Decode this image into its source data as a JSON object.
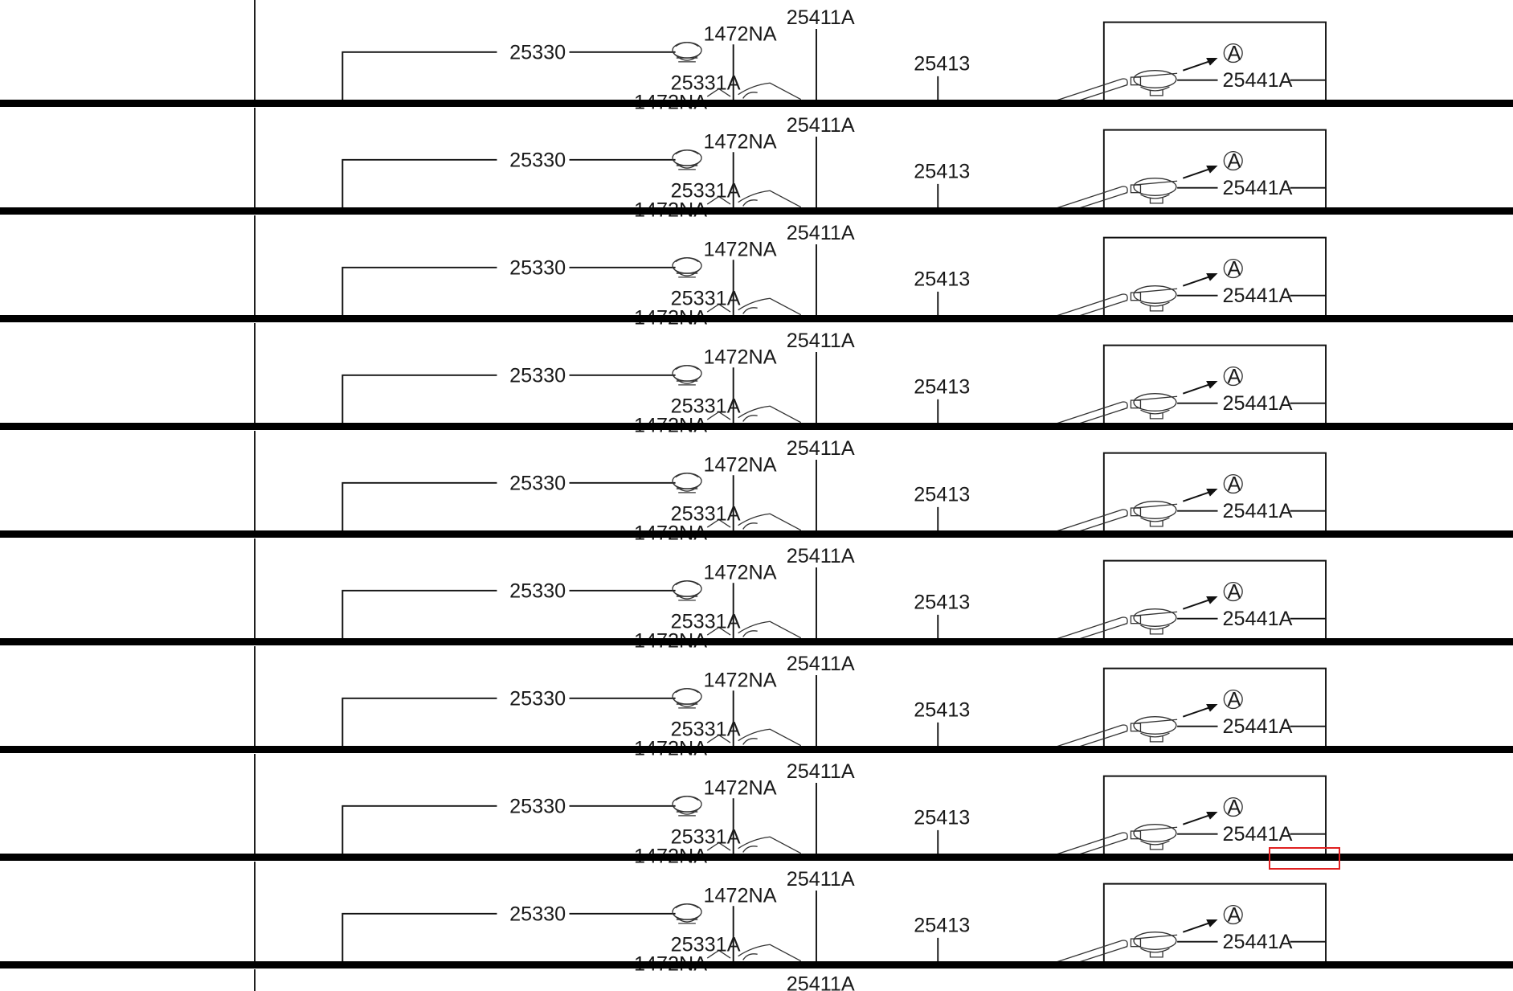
{
  "diagram": {
    "labels": {
      "cap_part": "25330",
      "clamp_top": "1472NA",
      "hose_upper": "25411A",
      "seal_part": "25331A",
      "clamp_bottom": "1472NA",
      "hose_mid": "25413",
      "plug_part": "25441A",
      "ref_marker": "A"
    },
    "repeat_count": 9,
    "last_partial_label": "25411A"
  },
  "colors": {
    "line": "#111111",
    "band": "#000000",
    "highlight_box": "#e02020"
  },
  "highlight": {
    "strip_index": 7,
    "visible": true
  }
}
